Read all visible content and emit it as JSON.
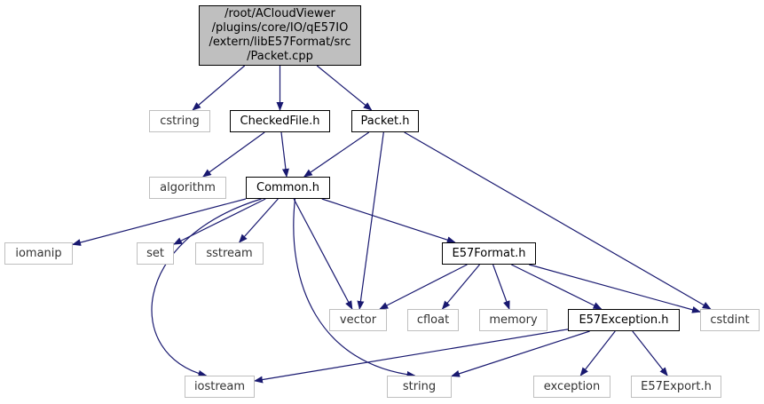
{
  "root": {
    "label_lines": [
      "/root/ACloudViewer",
      "/plugins/core/IO/qE57IO",
      "/extern/libE57Format/src",
      "/Packet.cpp"
    ]
  },
  "nodes": {
    "cstring": "cstring",
    "checkedfile": "CheckedFile.h",
    "packet": "Packet.h",
    "algorithm": "algorithm",
    "common": "Common.h",
    "iomanip": "iomanip",
    "set": "set",
    "sstream": "sstream",
    "e57format": "E57Format.h",
    "vector": "vector",
    "cfloat": "cfloat",
    "memory": "memory",
    "e57exception": "E57Exception.h",
    "cstdint": "cstdint",
    "iostream": "iostream",
    "string": "string",
    "exception": "exception",
    "e57export": "E57Export.h"
  },
  "edges": [
    [
      "root",
      "cstring"
    ],
    [
      "root",
      "checkedfile"
    ],
    [
      "root",
      "packet"
    ],
    [
      "checkedfile",
      "algorithm"
    ],
    [
      "checkedfile",
      "common"
    ],
    [
      "packet",
      "common"
    ],
    [
      "packet",
      "vector"
    ],
    [
      "packet",
      "cstdint"
    ],
    [
      "common",
      "iomanip"
    ],
    [
      "common",
      "set"
    ],
    [
      "common",
      "sstream"
    ],
    [
      "common",
      "e57format"
    ],
    [
      "common",
      "vector"
    ],
    [
      "common",
      "iostream"
    ],
    [
      "common",
      "string"
    ],
    [
      "e57format",
      "vector"
    ],
    [
      "e57format",
      "cfloat"
    ],
    [
      "e57format",
      "memory"
    ],
    [
      "e57format",
      "e57exception"
    ],
    [
      "e57format",
      "cstdint"
    ],
    [
      "e57exception",
      "iostream"
    ],
    [
      "e57exception",
      "string"
    ],
    [
      "e57exception",
      "exception"
    ],
    [
      "e57exception",
      "e57export"
    ]
  ],
  "colors": {
    "edge": "#191970",
    "root_fill": "#bfbfbf",
    "header_border": "#000000",
    "system_border": "#bfbfbf"
  }
}
